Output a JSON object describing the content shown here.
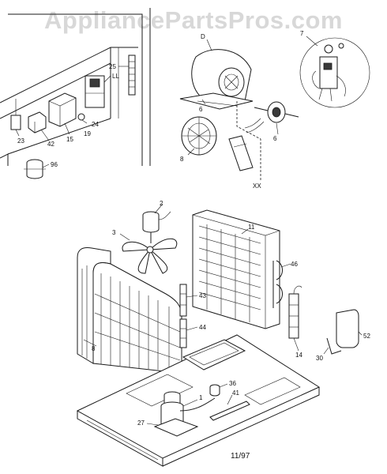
{
  "watermark": "AppliancePartsPros.com",
  "date_code": "11/97",
  "callouts": {
    "c_d": "D",
    "c_7": "7",
    "c_25": "25",
    "c_ll": "LL",
    "c_24": "24",
    "c_19": "19",
    "c_15": "15",
    "c_42": "42",
    "c_23": "23",
    "c_96": "96",
    "c_8a": "8",
    "c_6a": "6",
    "c_6b": "6",
    "c_xx": "XX",
    "c_2": "2",
    "c_3": "3",
    "c_11": "11",
    "c_46": "46",
    "c_43": "43",
    "c_44": "44",
    "c_8b": "8",
    "c_14": "14",
    "c_52": "52",
    "c_30": "30",
    "c_36": "36",
    "c_41": "41",
    "c_1": "1",
    "c_27": "27"
  }
}
